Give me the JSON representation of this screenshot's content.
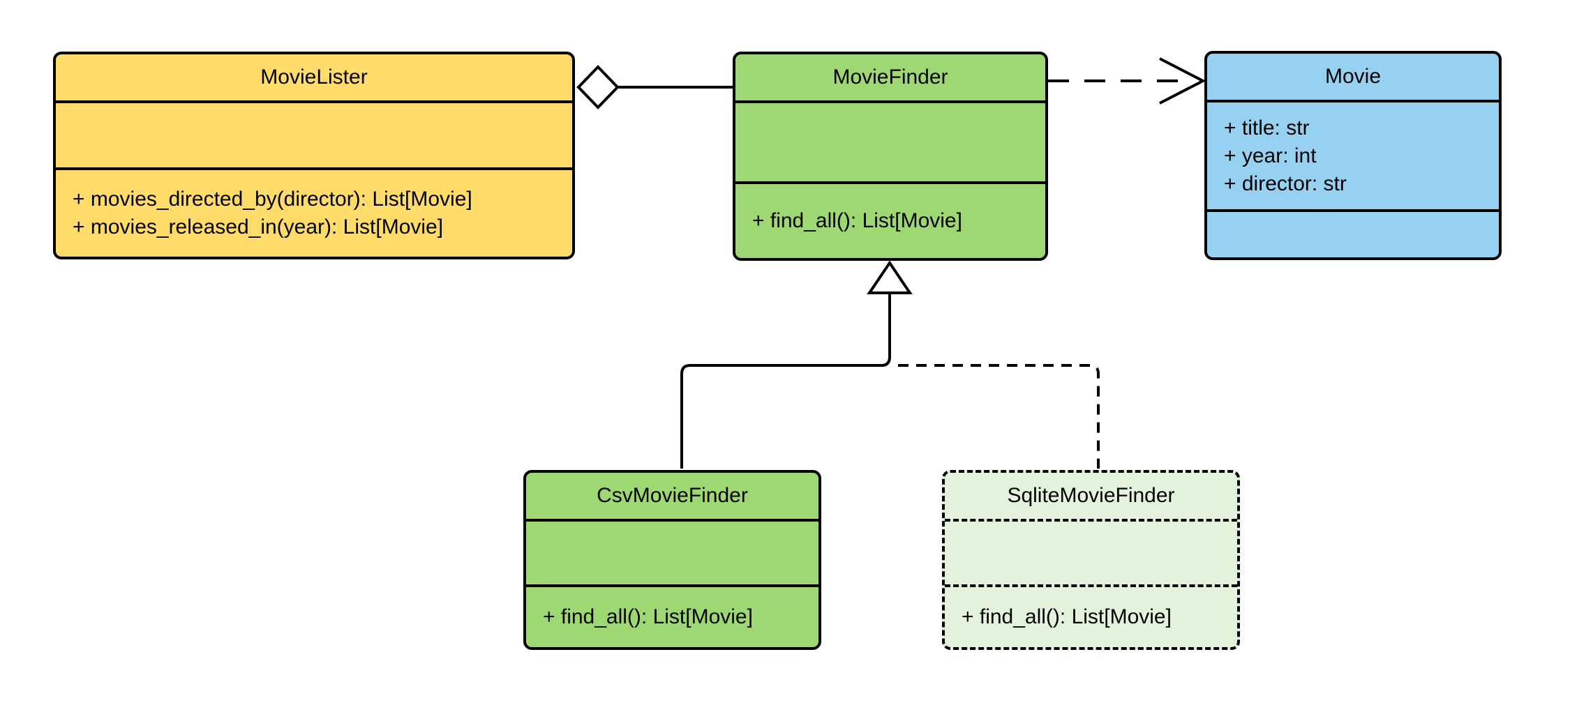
{
  "diagram_type": "uml-class-diagram",
  "colors": {
    "background": "#FFFFFF",
    "stroke": "#000000",
    "yellow_fill": "#FFDC69",
    "green_fill": "#9ED873",
    "blue_fill": "#96D1F1",
    "light_green_fill": "#E3F3DB"
  },
  "classes": {
    "movie_lister": {
      "name": "MovieLister",
      "attributes": [],
      "methods": [
        "+ movies_directed_by(director): List[Movie]",
        "+ movies_released_in(year): List[Movie]"
      ]
    },
    "movie_finder": {
      "name": "MovieFinder",
      "attributes": [],
      "methods": [
        "+ find_all(): List[Movie]"
      ]
    },
    "movie": {
      "name": "Movie",
      "attributes": [
        "+ title: str",
        "+ year: int",
        "+ director: str"
      ],
      "methods": []
    },
    "csv_movie_finder": {
      "name": "CsvMovieFinder",
      "attributes": [],
      "methods": [
        "+ find_all(): List[Movie]"
      ]
    },
    "sqlite_movie_finder": {
      "name": "SqliteMovieFinder",
      "attributes": [],
      "methods": [
        "+ find_all(): List[Movie]"
      ]
    }
  },
  "relationships": [
    {
      "type": "aggregation",
      "source": "MovieLister",
      "target": "MovieFinder",
      "line_style": "solid",
      "marker": "hollow-diamond"
    },
    {
      "type": "dependency",
      "source": "MovieFinder",
      "target": "Movie",
      "line_style": "dashed",
      "marker": "open-arrow"
    },
    {
      "type": "inheritance",
      "source": "CsvMovieFinder",
      "target": "MovieFinder",
      "line_style": "solid",
      "marker": "hollow-triangle"
    },
    {
      "type": "inheritance",
      "source": "SqliteMovieFinder",
      "target": "MovieFinder",
      "line_style": "dashed",
      "marker": "hollow-triangle"
    }
  ]
}
